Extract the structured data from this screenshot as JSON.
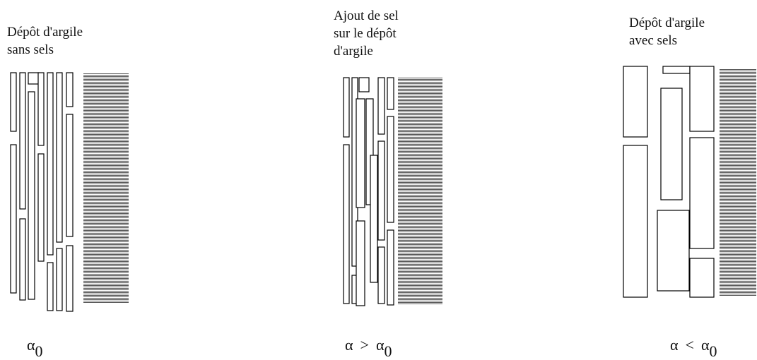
{
  "panels": [
    {
      "caption": "Dépôt d'argile\nsans sels",
      "formula": {
        "lhs": "α",
        "lhs_sub": "0",
        "op": "",
        "rhs": "",
        "rhs_sub": ""
      }
    },
    {
      "caption": "Ajout de sel\nsur le dépôt\nd'argile",
      "formula": {
        "lhs": "α",
        "lhs_sub": "",
        "op": ">",
        "rhs": "α",
        "rhs_sub": "0"
      }
    },
    {
      "caption": "Dépôt d'argile\navec sels",
      "formula": {
        "lhs": "α",
        "lhs_sub": "",
        "op": "<",
        "rhs": "α",
        "rhs_sub": "0"
      }
    }
  ],
  "colors": {
    "hatch": "#444444",
    "stroke": "#000000"
  }
}
